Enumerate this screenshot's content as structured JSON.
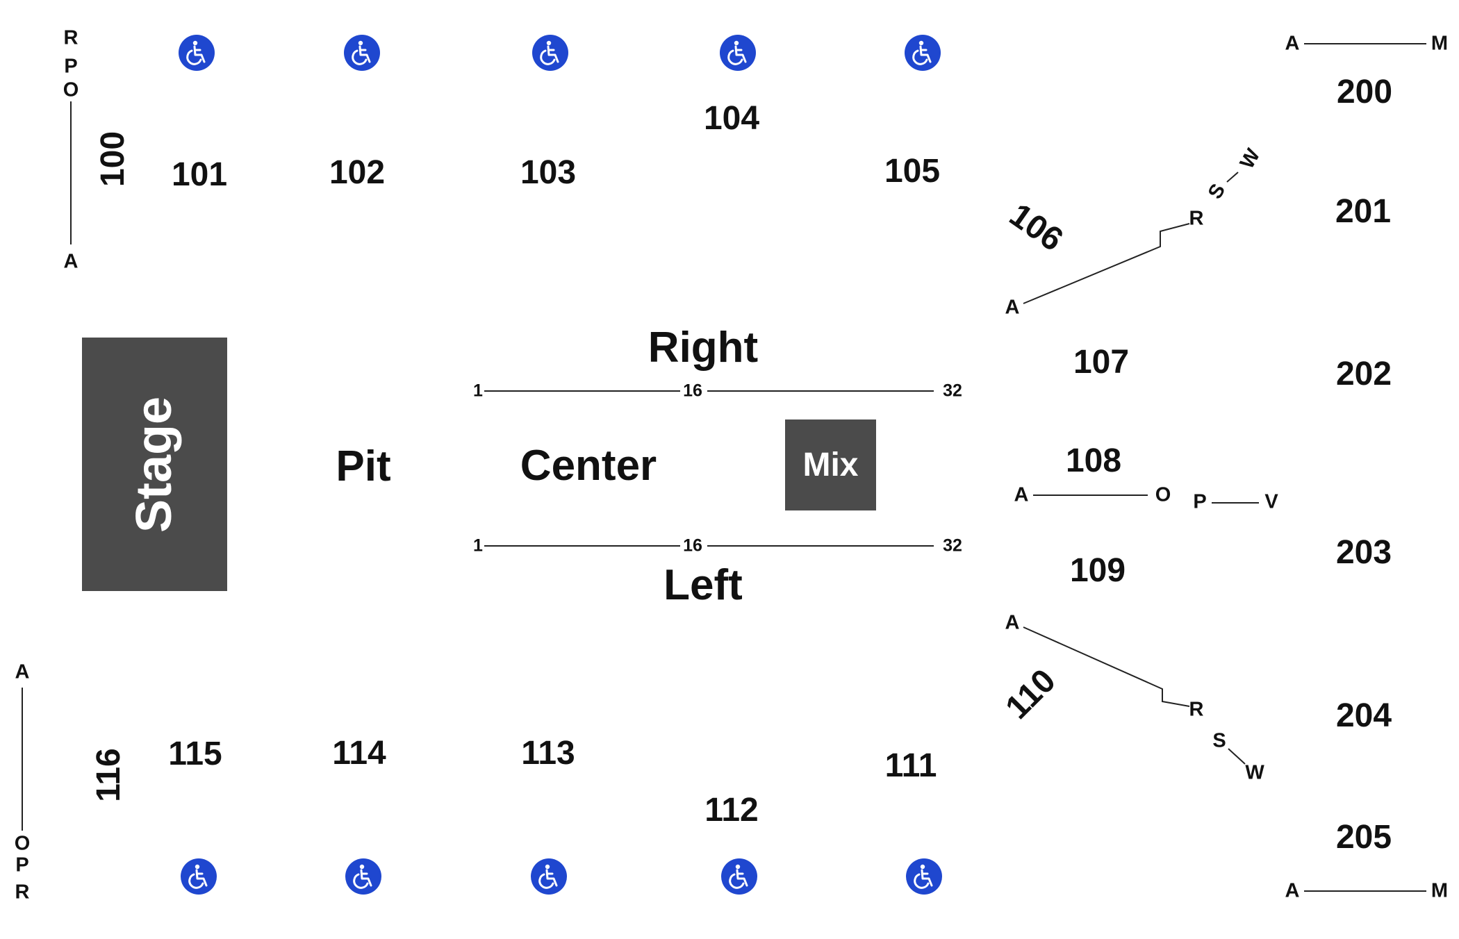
{
  "stage": {
    "label": "Stage"
  },
  "mix": {
    "label": "Mix"
  },
  "floor": {
    "right": "Right",
    "center": "Center",
    "left": "Left",
    "pit": "Pit"
  },
  "seat_range": {
    "start": "1",
    "mid": "16",
    "end": "32"
  },
  "sections": {
    "s100": "100",
    "s101": "101",
    "s102": "102",
    "s103": "103",
    "s104": "104",
    "s105": "105",
    "s106": "106",
    "s107": "107",
    "s108": "108",
    "s109": "109",
    "s110": "110",
    "s111": "111",
    "s112": "112",
    "s113": "113",
    "s114": "114",
    "s115": "115",
    "s116": "116",
    "s200": "200",
    "s201": "201",
    "s202": "202",
    "s203": "203",
    "s204": "204",
    "s205": "205"
  },
  "rows": {
    "A": "A",
    "M": "M",
    "O": "O",
    "P": "P",
    "R": "R",
    "S": "S",
    "V": "V",
    "W": "W"
  },
  "icons": {
    "accessible": "wheelchair-icon"
  },
  "colors": {
    "box": "#4b4b4b",
    "accessible": "#1f47cf"
  }
}
